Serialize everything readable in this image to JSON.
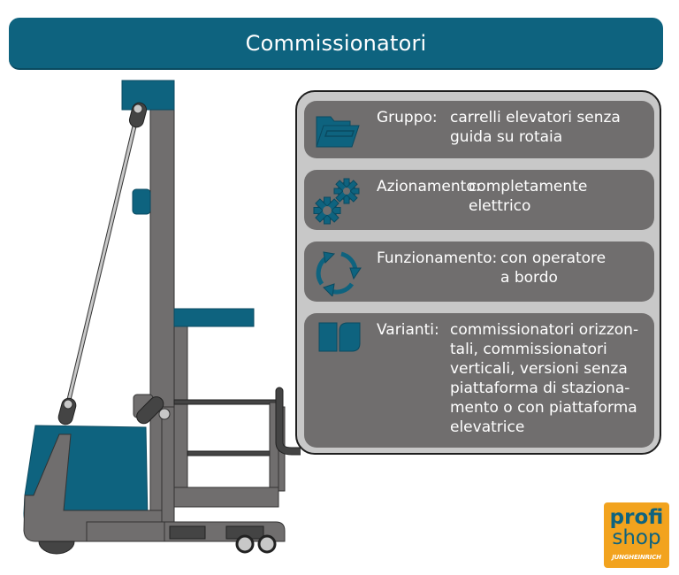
{
  "header": {
    "title": "Commissionatori"
  },
  "info": {
    "rows": [
      {
        "icon": "folder-icon",
        "label": "Gruppo:",
        "value": "carrelli elevatori senza\nguida su rotaia"
      },
      {
        "icon": "gears-icon",
        "label": "Azionamento:",
        "value": "completamente\nelettrico"
      },
      {
        "icon": "cycle-arrows-icon",
        "label": "Funzionamento:",
        "value": "con operatore\na bordo"
      },
      {
        "icon": "variants-icon",
        "label": "Varianti:",
        "value": "commissionatori orizzon-\ntali, commissionatori\nverticali, versioni senza\npiattaforma di staziona-\nmento o con piattaforma\nelevatrice"
      }
    ]
  },
  "logo": {
    "line1": "profi",
    "line2": "shop",
    "brand": "JUNGHEINRICH"
  },
  "colors": {
    "accent": "#0e637f",
    "panel": "#c8c8c8",
    "row": "#706e6e",
    "logo": "#f2a31e"
  }
}
